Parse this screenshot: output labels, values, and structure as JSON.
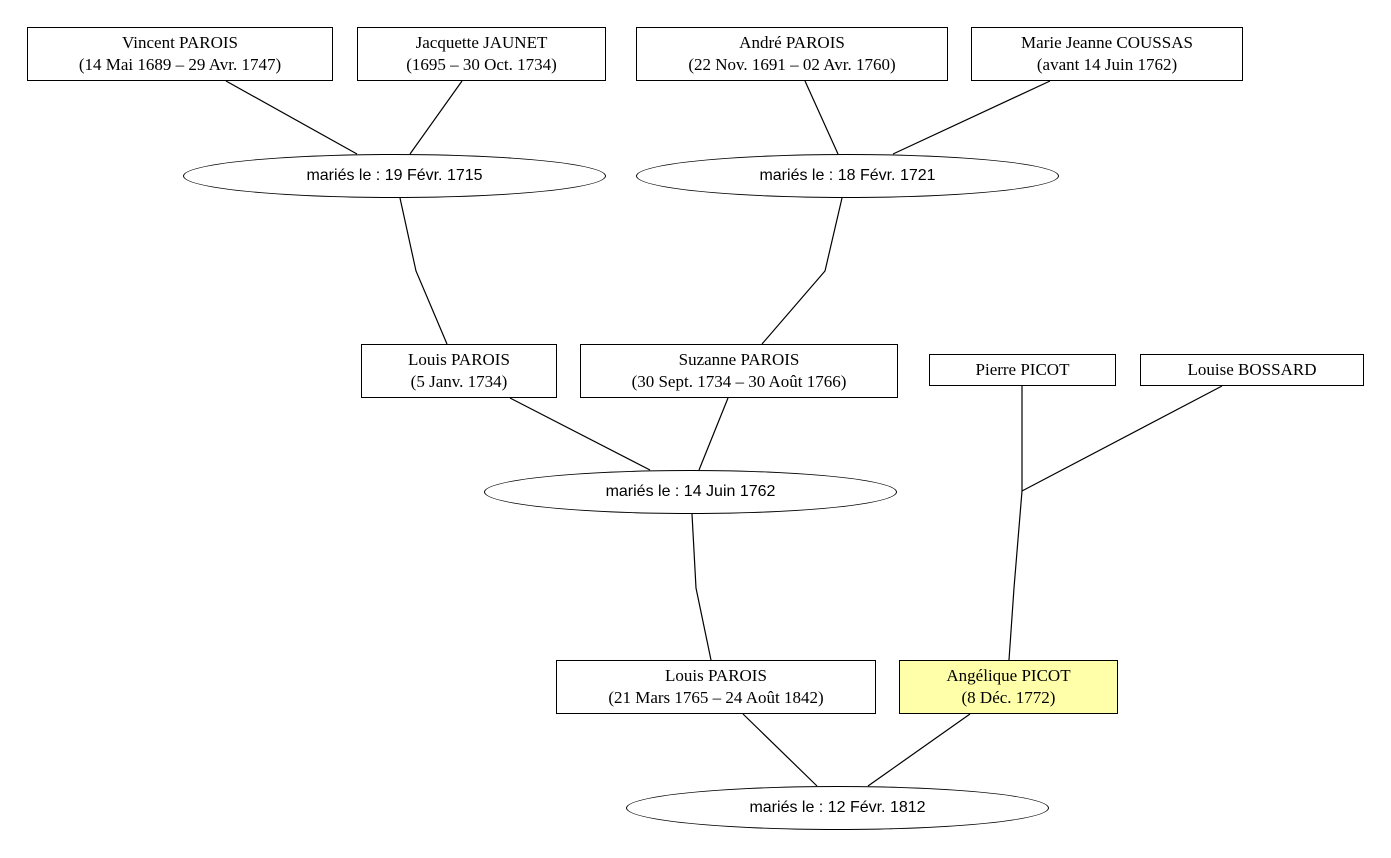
{
  "persons": {
    "vincent_parois": {
      "name": "Vincent PAROIS",
      "dates": "(14 Mai 1689 – 29 Avr. 1747)"
    },
    "jacquette_jaunet": {
      "name": "Jacquette JAUNET",
      "dates": "(1695 – 30 Oct. 1734)"
    },
    "andre_parois": {
      "name": "André PAROIS",
      "dates": "(22 Nov. 1691 – 02 Avr. 1760)"
    },
    "marie_jeanne_coussas": {
      "name": "Marie Jeanne COUSSAS",
      "dates": "(avant 14 Juin 1762)"
    },
    "louis_parois_1734": {
      "name": "Louis PAROIS",
      "dates": "(5 Janv. 1734)"
    },
    "suzanne_parois": {
      "name": "Suzanne PAROIS",
      "dates": "(30 Sept. 1734 – 30 Août 1766)"
    },
    "pierre_picot": {
      "name": "Pierre PICOT"
    },
    "louise_bossard": {
      "name": "Louise BOSSARD"
    },
    "louis_parois_1765": {
      "name": "Louis PAROIS",
      "dates": "(21 Mars 1765 – 24 Août 1842)"
    },
    "angelique_picot": {
      "name": "Angélique PICOT",
      "dates": "(8 Déc. 1772)"
    }
  },
  "marriages": {
    "m1715": {
      "label": "mariés le : 19 Févr. 1715"
    },
    "m1721": {
      "label": "mariés le : 18 Févr. 1721"
    },
    "m1762": {
      "label": "mariés le : 14 Juin 1762"
    },
    "m1812": {
      "label": "mariés le : 12 Févr. 1812"
    }
  },
  "colors": {
    "highlight": "#ffffaa",
    "line": "#000000",
    "background": "#ffffff"
  }
}
